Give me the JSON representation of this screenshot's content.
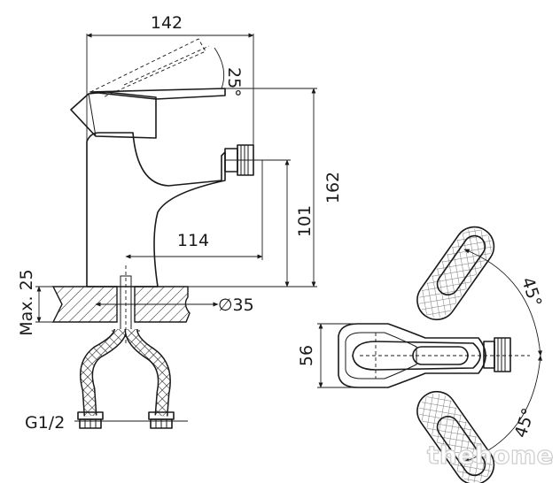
{
  "dimensions": {
    "width_142": "142",
    "height_162": "162",
    "spout_height_101": "101",
    "spout_reach_114": "114",
    "lever_angle_25": "25°",
    "deck_max_25": "Max. 25",
    "hole_diameter_35": "∅35",
    "inlet_thread": "G1/2",
    "top_depth_56": "56",
    "swing_upper_45": "45°",
    "swing_lower_45": "45°"
  },
  "watermark": "thehome",
  "colors": {
    "line": "#1a1a1a",
    "background": "#ffffff",
    "watermark_outline": "#cfcfcf"
  }
}
